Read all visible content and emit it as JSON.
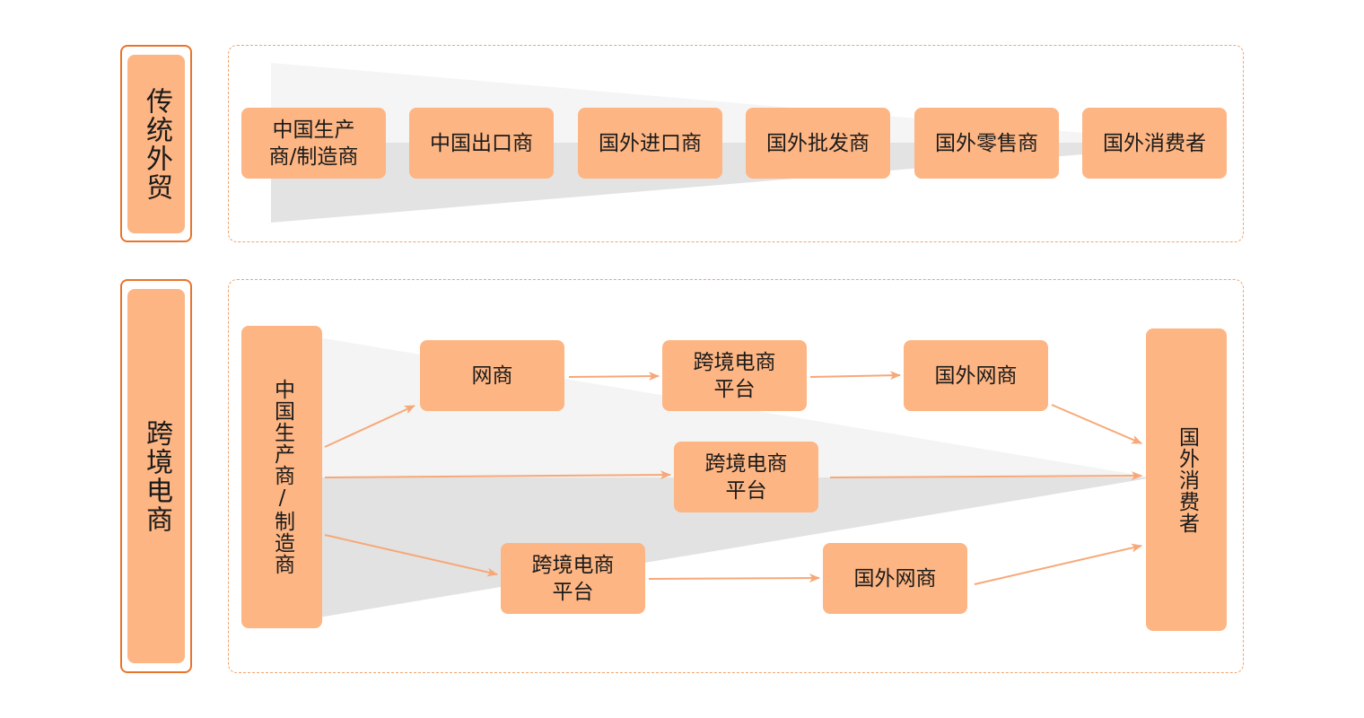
{
  "traditional": {
    "label": "传统外贸",
    "chain": [
      "中国生产\n商/制造商",
      "中国出口商",
      "国外进口商",
      "国外批发商",
      "国外零售商",
      "国外消费者"
    ]
  },
  "crossborder": {
    "label": "跨境电商",
    "source": "中国生产商/制造商",
    "top_row": [
      "网商",
      "跨境电商\n平台",
      "国外网商"
    ],
    "middle": "跨境电商\n平台",
    "bottom_row": [
      "跨境电商\n平台",
      "国外网商"
    ],
    "target": "国外消费者"
  },
  "colors": {
    "node_fill": "#fdb583",
    "frame_border": "#e8742a",
    "dashed_border": "#f0a46e",
    "arrow": "#f7a878",
    "wedge_light": "#f3f3f3",
    "wedge_dark": "#e2e2e2"
  }
}
